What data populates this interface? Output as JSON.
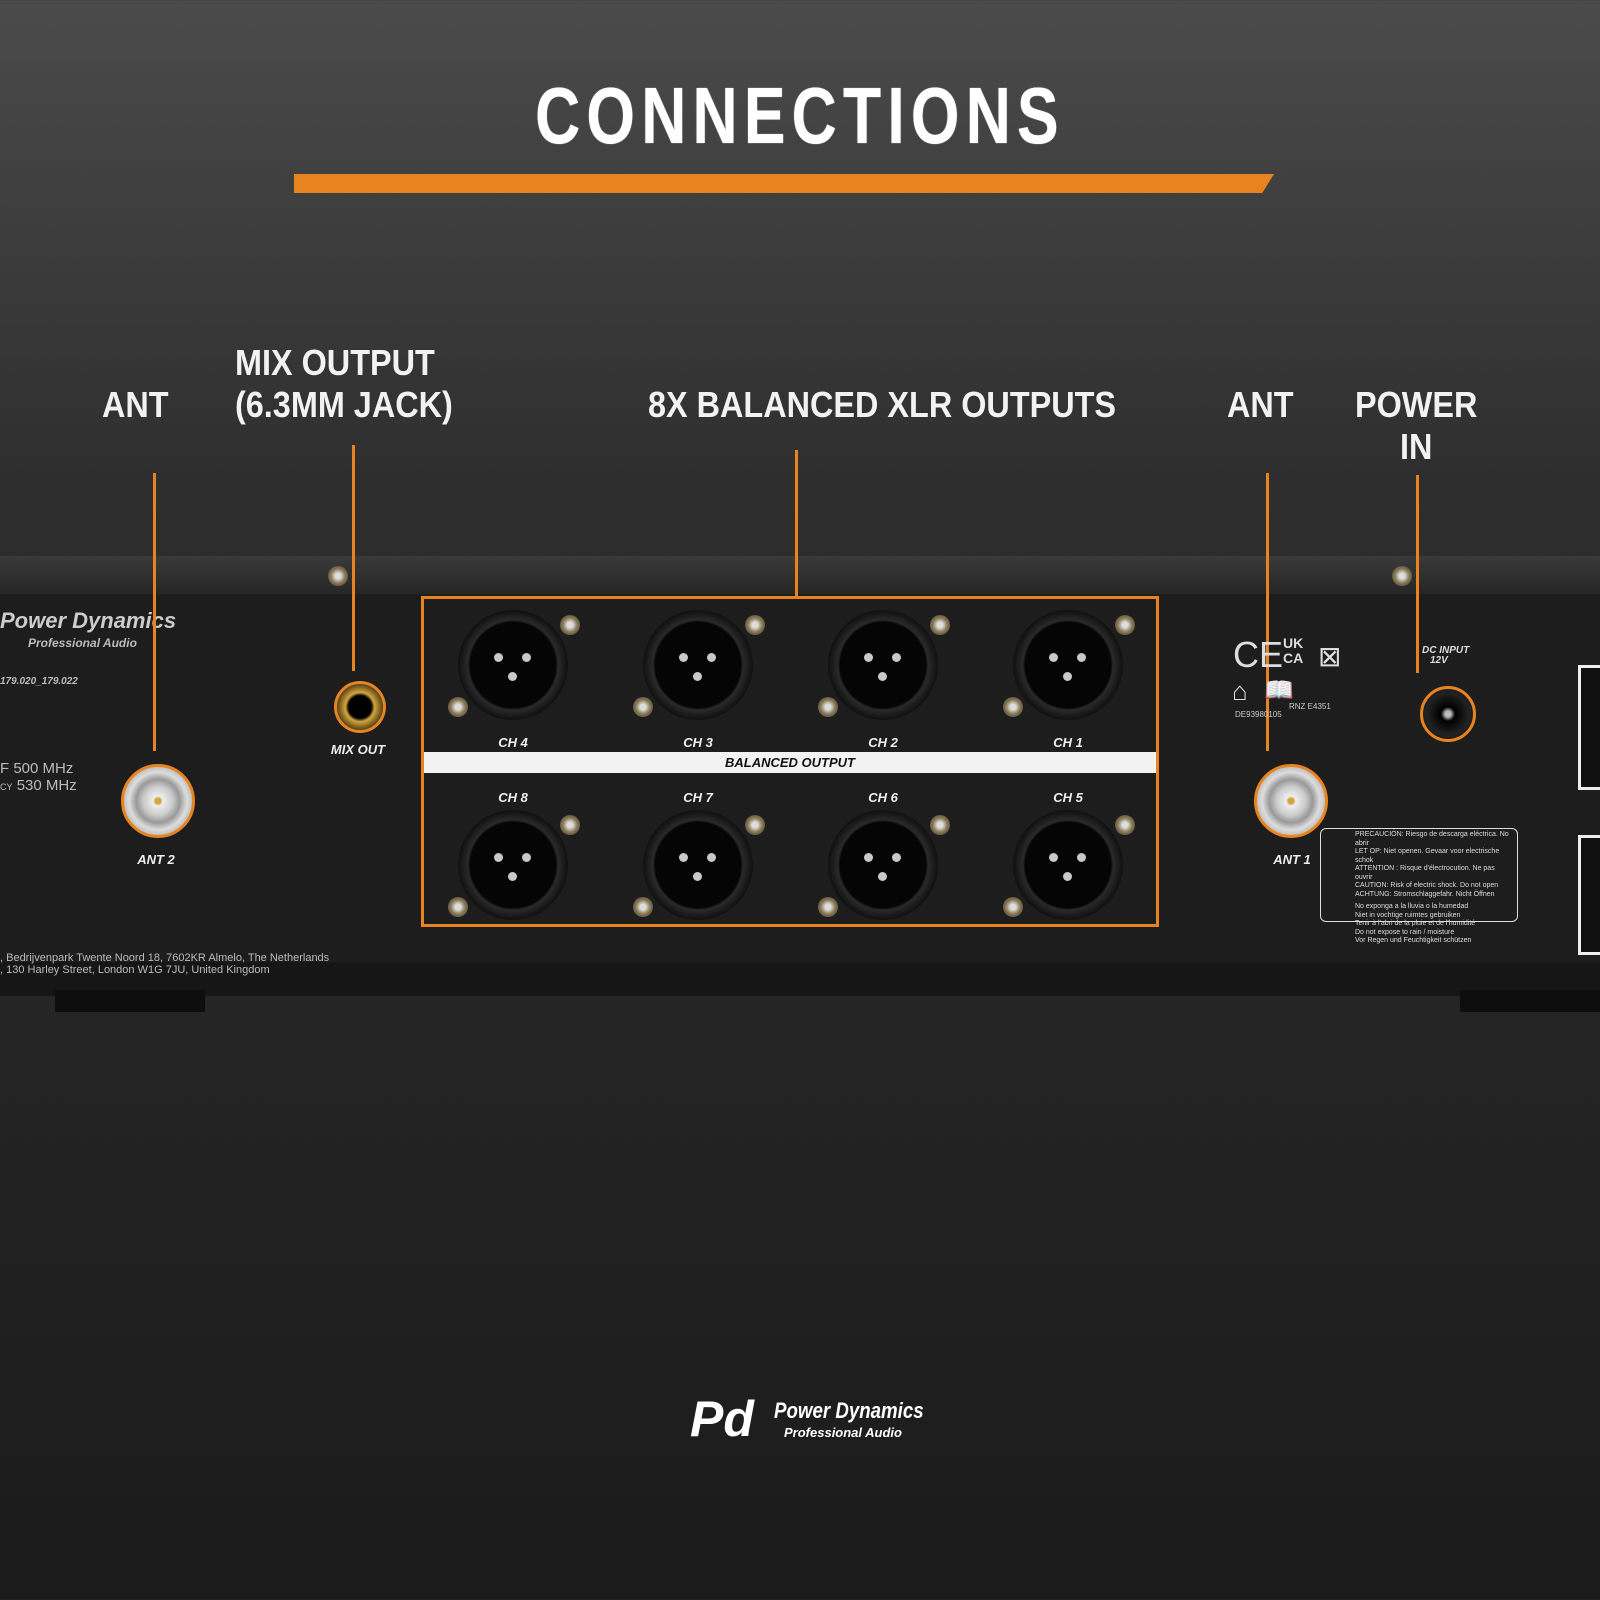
{
  "title": "CONNECTIONS",
  "callouts": {
    "ant_left": "ANT",
    "mix_output_1": "MIX OUTPUT",
    "mix_output_2": "(6.3MM JACK)",
    "xlr_outputs": "8X BALANCED XLR OUTPUTS",
    "ant_right": "ANT",
    "power_1": "POWER",
    "power_2": "IN"
  },
  "panel": {
    "brand": "Power Dynamics",
    "brand_sub": "Professional Audio",
    "model": "179.020_179.022",
    "freq_1": "500 MHz",
    "freq_2": "530 MHz",
    "freq_prefix_1": "F",
    "freq_prefix_2": "CY",
    "ant2": "ANT 2",
    "ant1": "ANT 1",
    "mix_out": "MIX OUT",
    "balanced_output": "BALANCED OUTPUT",
    "channels_top": [
      "CH 4",
      "CH 3",
      "CH 2",
      "CH 1"
    ],
    "channels_bottom": [
      "CH 8",
      "CH 7",
      "CH 6",
      "CH 5"
    ],
    "address_1": ", Bedrijvenpark Twente Noord 18, 7602KR Almelo, The Netherlands",
    "address_2": ", 130 Harley Street, London W1G 7JU, United Kingdom",
    "dc_input": "DC INPUT",
    "dc_voltage": "12V",
    "cert_ce": "CE",
    "cert_ukca": "UKCA",
    "rcm": "RNZ E4351",
    "cert_id": "DE93980105",
    "warning_1": [
      "PRECAUCIÓN: Riesgo de descarga eléctrica. No abrir",
      "LET OP: Niet openen. Gevaar voor electrische schok",
      "ATTENTION : Risque d'électrocution. Ne pas ouvrir",
      "CAUTION: Risk of electric shock. Do not open",
      "ACHTUNG: Stromschlaggefahr. Nicht Öffnen"
    ],
    "warning_2": [
      "No exponga a la lluvia o la humedad",
      "Niet in vochtige ruimtes gebruiken",
      "Tenir à l'abri de la pluie et de l'humidité",
      "Do not expose to rain / moisture",
      "Vor Regen und Feuchtigkeit schützen"
    ]
  },
  "footer_logo": {
    "brand": "Power Dynamics",
    "sub": "Professional Audio"
  },
  "colors": {
    "accent": "#e8841f"
  }
}
